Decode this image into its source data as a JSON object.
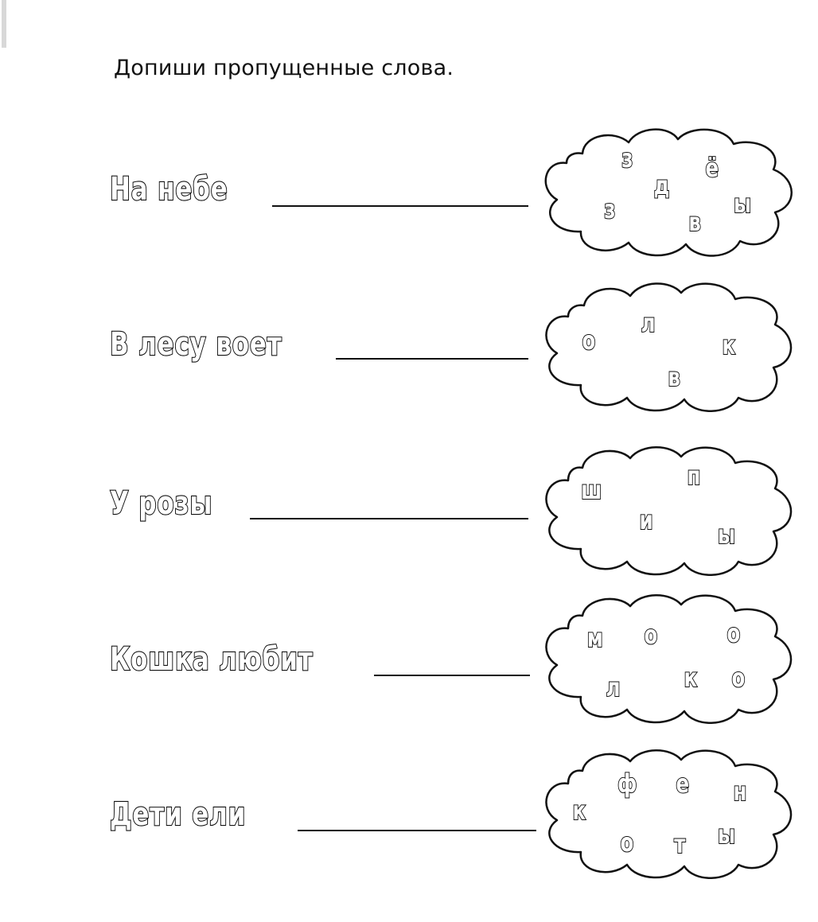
{
  "instruction": "Допиши пропущенные слова.",
  "exercises": [
    {
      "phrase": "На небе",
      "letters": [
        "з",
        "д",
        "ё",
        "з",
        "в",
        "ы"
      ]
    },
    {
      "phrase": "В лесу воет",
      "letters": [
        "о",
        "л",
        "к",
        "в"
      ]
    },
    {
      "phrase": "У розы",
      "letters": [
        "ш",
        "п",
        "и",
        "ы"
      ]
    },
    {
      "phrase": "Кошка любит",
      "letters": [
        "м",
        "о",
        "о",
        "л",
        "к",
        "о"
      ]
    },
    {
      "phrase": "Дети ели",
      "letters": [
        "к",
        "ф",
        "е",
        "н",
        "о",
        "т",
        "ы"
      ]
    }
  ]
}
